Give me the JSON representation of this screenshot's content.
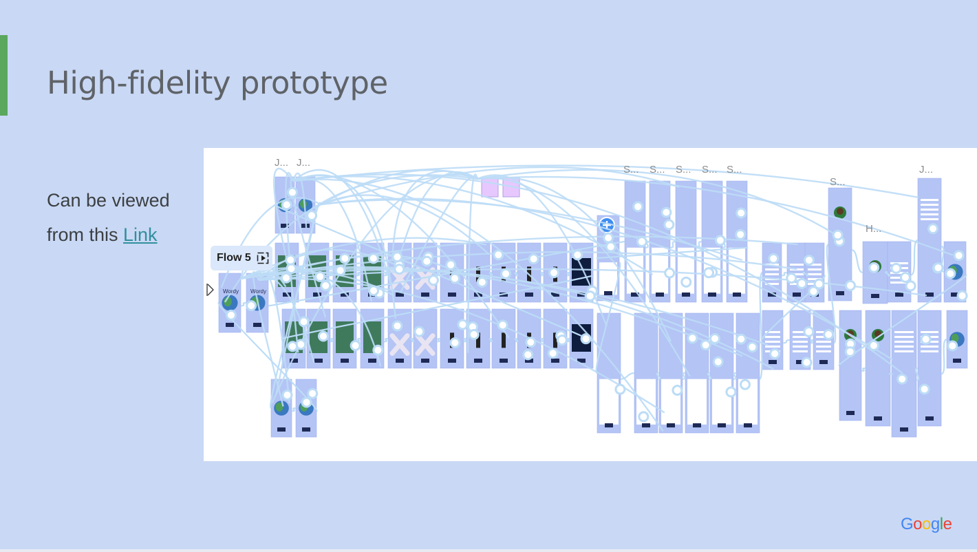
{
  "slide": {
    "title": "High-fidelity prototype",
    "description_line1": "Can be viewed",
    "description_line2_prefix": "from this ",
    "link_text": "Link"
  },
  "prototype": {
    "flow_label": "Flow 5",
    "frame_label_truncated": [
      "J...",
      "J...",
      "S...",
      "S...",
      "S...",
      "S...",
      "S...",
      "S...",
      "J...",
      "H..."
    ],
    "app_name_latin": "Wordy",
    "colors": {
      "frame": "#b4c4f5",
      "connector": "#bcdcf6",
      "node": "#ffffff",
      "dark_frame": "#0e1c3e",
      "green_frame": "#3f7a5d"
    }
  },
  "brand": {
    "logo_text": "Google",
    "logo_colors": [
      "#4285F4",
      "#EA4335",
      "#FBBC05",
      "#4285F4",
      "#34A853",
      "#EA4335"
    ]
  }
}
